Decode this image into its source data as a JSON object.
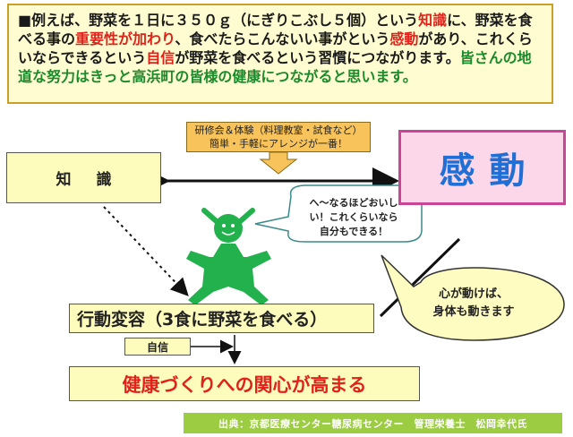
{
  "note": {
    "segments": [
      {
        "text": "■例えば、野菜を１日に３５０ｇ（にぎりこぶし５個）という",
        "style": "normal"
      },
      {
        "text": "知識",
        "style": "red"
      },
      {
        "text": "に、野菜を食べる事の",
        "style": "normal"
      },
      {
        "text": "重要性が加わり",
        "style": "red"
      },
      {
        "text": "、食べたらこんないい事がという",
        "style": "normal"
      },
      {
        "text": "感動",
        "style": "red"
      },
      {
        "text": "があり、これくらいならできるという",
        "style": "normal"
      },
      {
        "text": "自信",
        "style": "red"
      },
      {
        "text": "が野菜を食べるという習慣につながります。",
        "style": "normal"
      },
      {
        "text": "皆さんの地道な努力はきっと高浜町の皆様の健康につながると思います。",
        "style": "green"
      }
    ]
  },
  "callout": {
    "line1": "研修会＆体験（料理教室・試食など）",
    "line2": "簡単・手軽にアレンジが一番！"
  },
  "knowledge_label": "知識",
  "kando_label": "感動",
  "speech1": {
    "line1": "へ～なるほどおいし",
    "line2": "い！これくらいなら",
    "line3": "自分もできる！"
  },
  "speech2": {
    "line1": "心が動けば、",
    "line2": "身体も動きます"
  },
  "action_label": "行動変容（3食に野菜を食べる）",
  "confidence_label": "自信",
  "health_label": "健康づくりへの関心が高まる",
  "source_label": "出典：京都医療センター糖尿病センター　管理栄養士　松岡幸代氏",
  "colors": {
    "red_text": "#e0221b",
    "green_text": "#1a8a2b",
    "figure_green": "#22b14c",
    "kando_text": "#1f6fd6",
    "kando_bg": "#fcd6e9",
    "source_bg": "#9bcc41"
  }
}
